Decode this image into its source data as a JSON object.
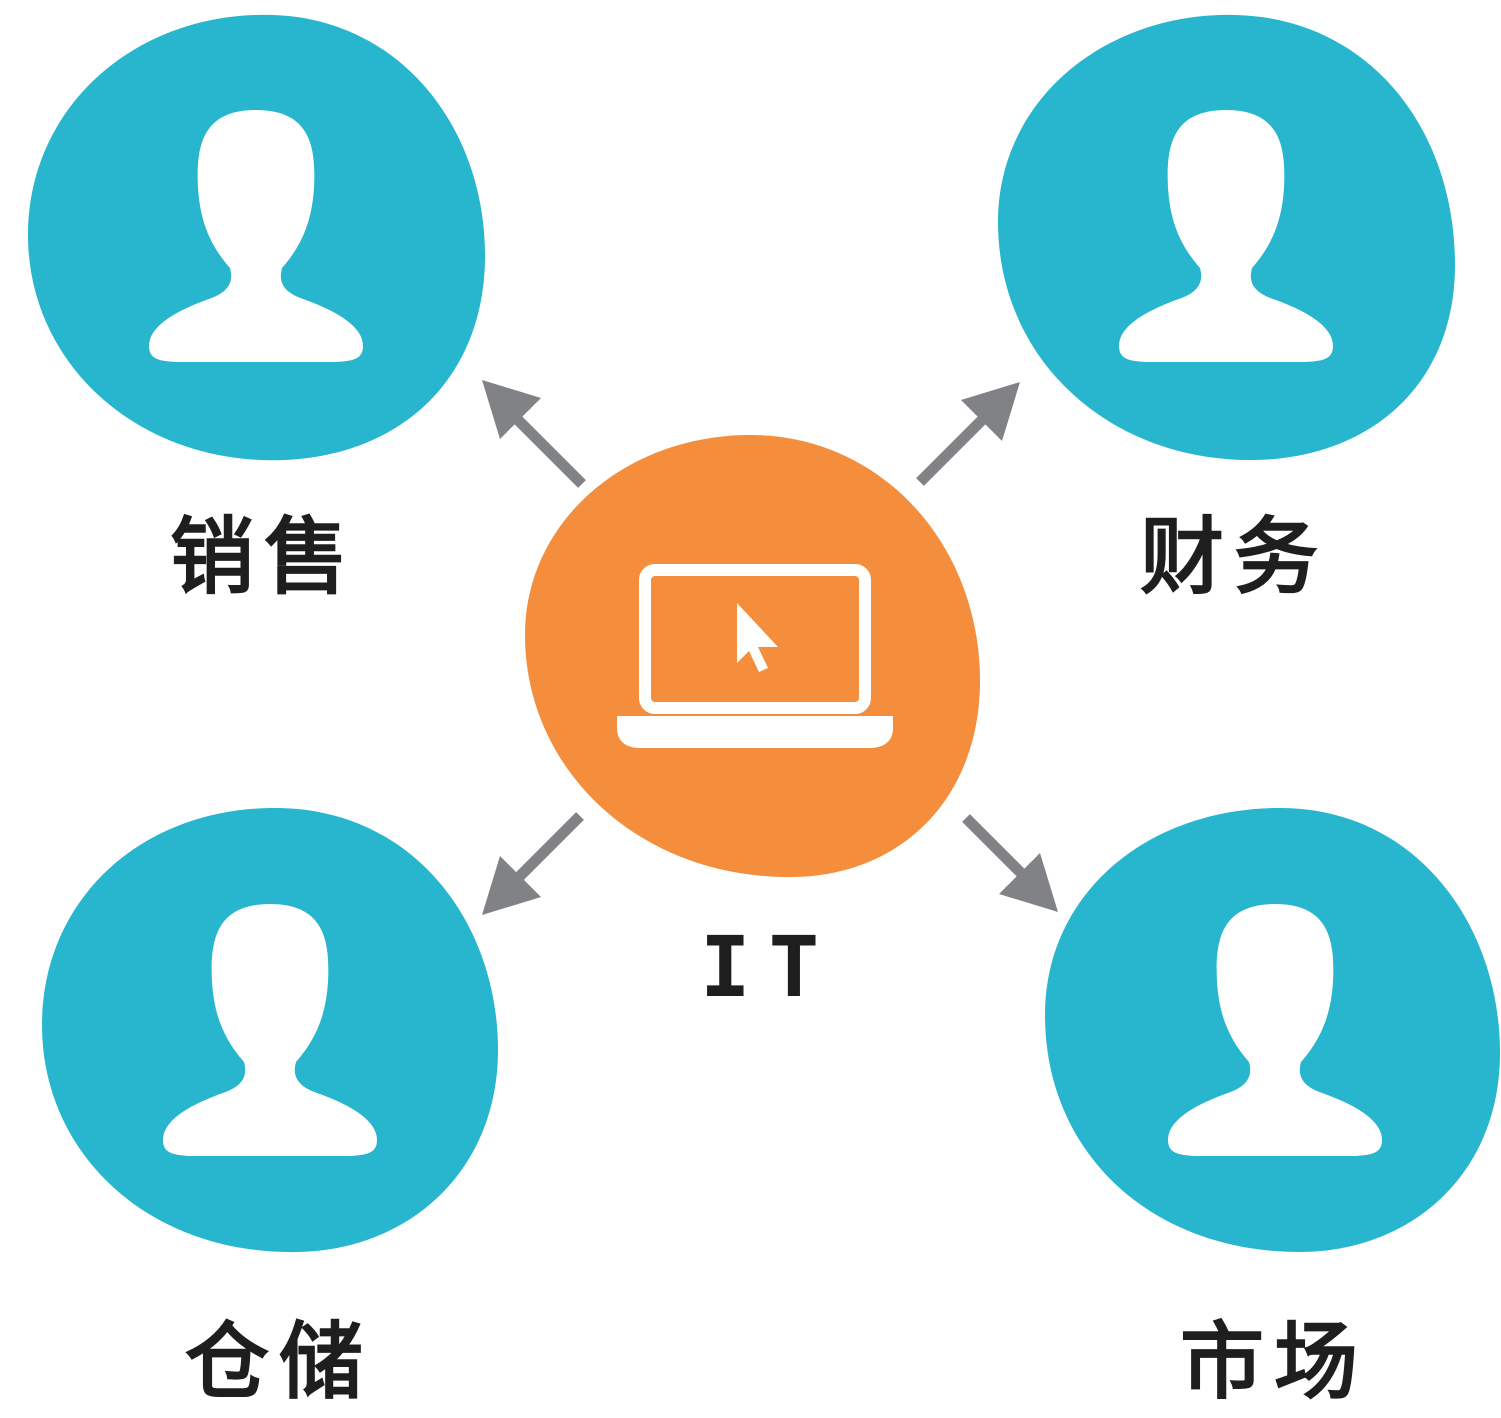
{
  "center": {
    "label": "IT",
    "icon": "laptop-cursor-icon",
    "color": "#F48E3C"
  },
  "departments": [
    {
      "label": "销售",
      "icon": "person-icon"
    },
    {
      "label": "财务",
      "icon": "person-icon"
    },
    {
      "label": "仓储",
      "icon": "person-icon"
    },
    {
      "label": "市场",
      "icon": "person-icon"
    }
  ],
  "colors": {
    "department_circle": "#27B6CE",
    "arrow": "#808285",
    "label_text": "#1e1e1e",
    "icon_fill": "#ffffff"
  }
}
